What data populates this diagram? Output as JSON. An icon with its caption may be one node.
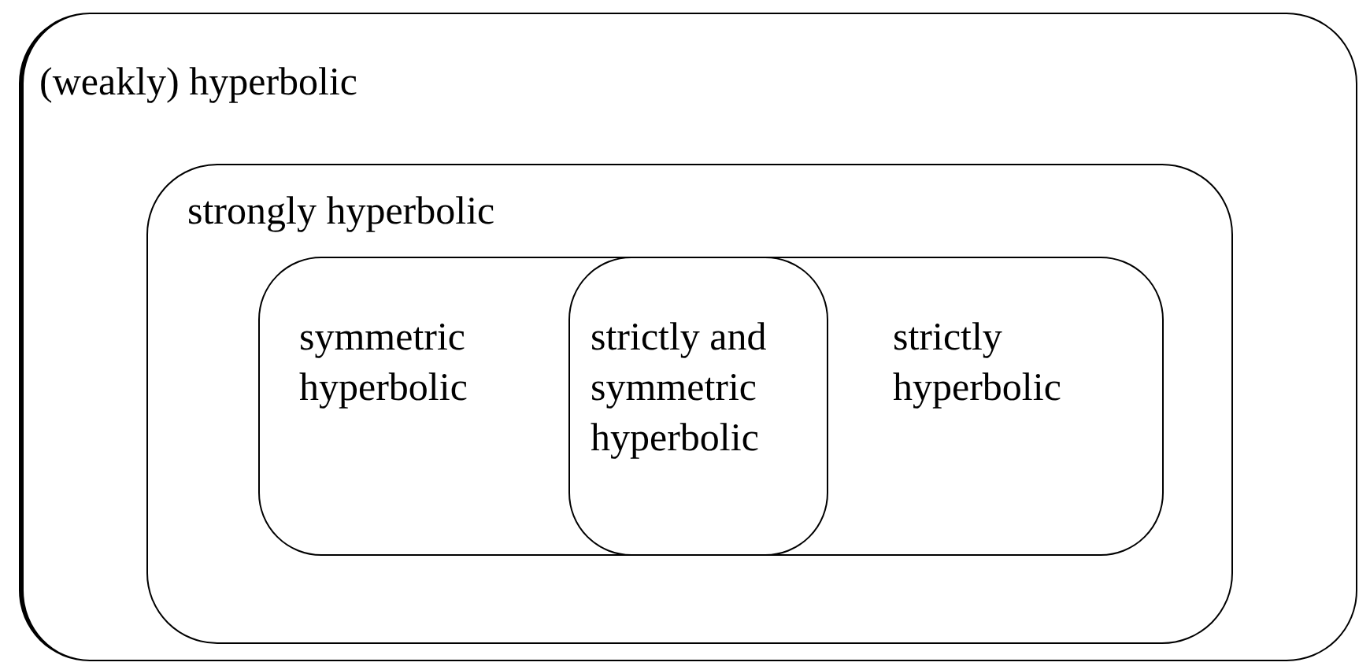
{
  "diagram": {
    "nodes": [
      {
        "text": [
          "(weakly) hyperbolic"
        ]
      },
      {
        "text": [
          "strongly hyperbolic"
        ],
        "in": 0
      },
      {
        "text": [
          "symmetric hyperbolic"
        ],
        "in": 1
      },
      {
        "text": [
          "strictly hyperbolic"
        ],
        "in": 1
      },
      {
        "text": [
          "strictly and symmetric hyperbolic"
        ]
      }
    ]
  }
}
